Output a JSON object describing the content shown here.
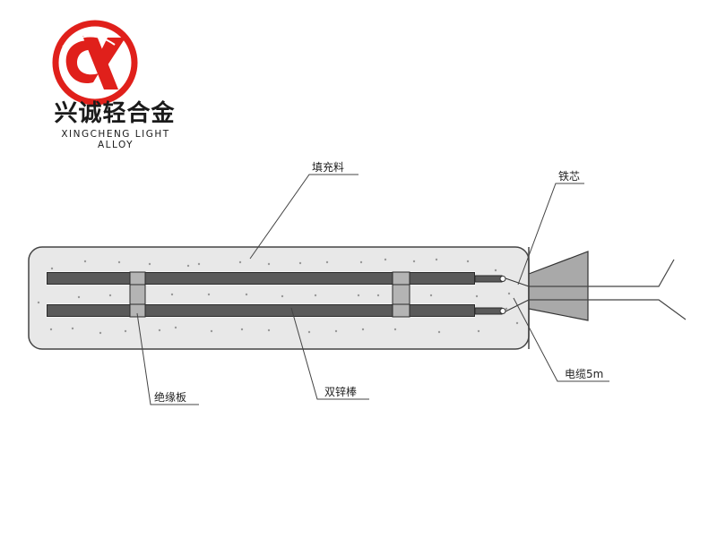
{
  "brand": {
    "name_cn": "兴诚轻合金",
    "name_en": "XINGCHENG LIGHT ALLOY",
    "logo_letters": "CX",
    "logo_color": "#e0201b"
  },
  "diagram": {
    "labels": {
      "filler": "填充料",
      "iron_core": "铁芯",
      "insulation_plate": "绝缘板",
      "double_zinc_rod": "双锌棒",
      "cable": "电缆5m"
    },
    "colors": {
      "filler_fill": "#e8e8e8",
      "rod_fill": "#5a5a5a",
      "insulator_fill": "#b4b4b4",
      "core_fill": "#a9a9a9",
      "outline": "#333333"
    }
  }
}
